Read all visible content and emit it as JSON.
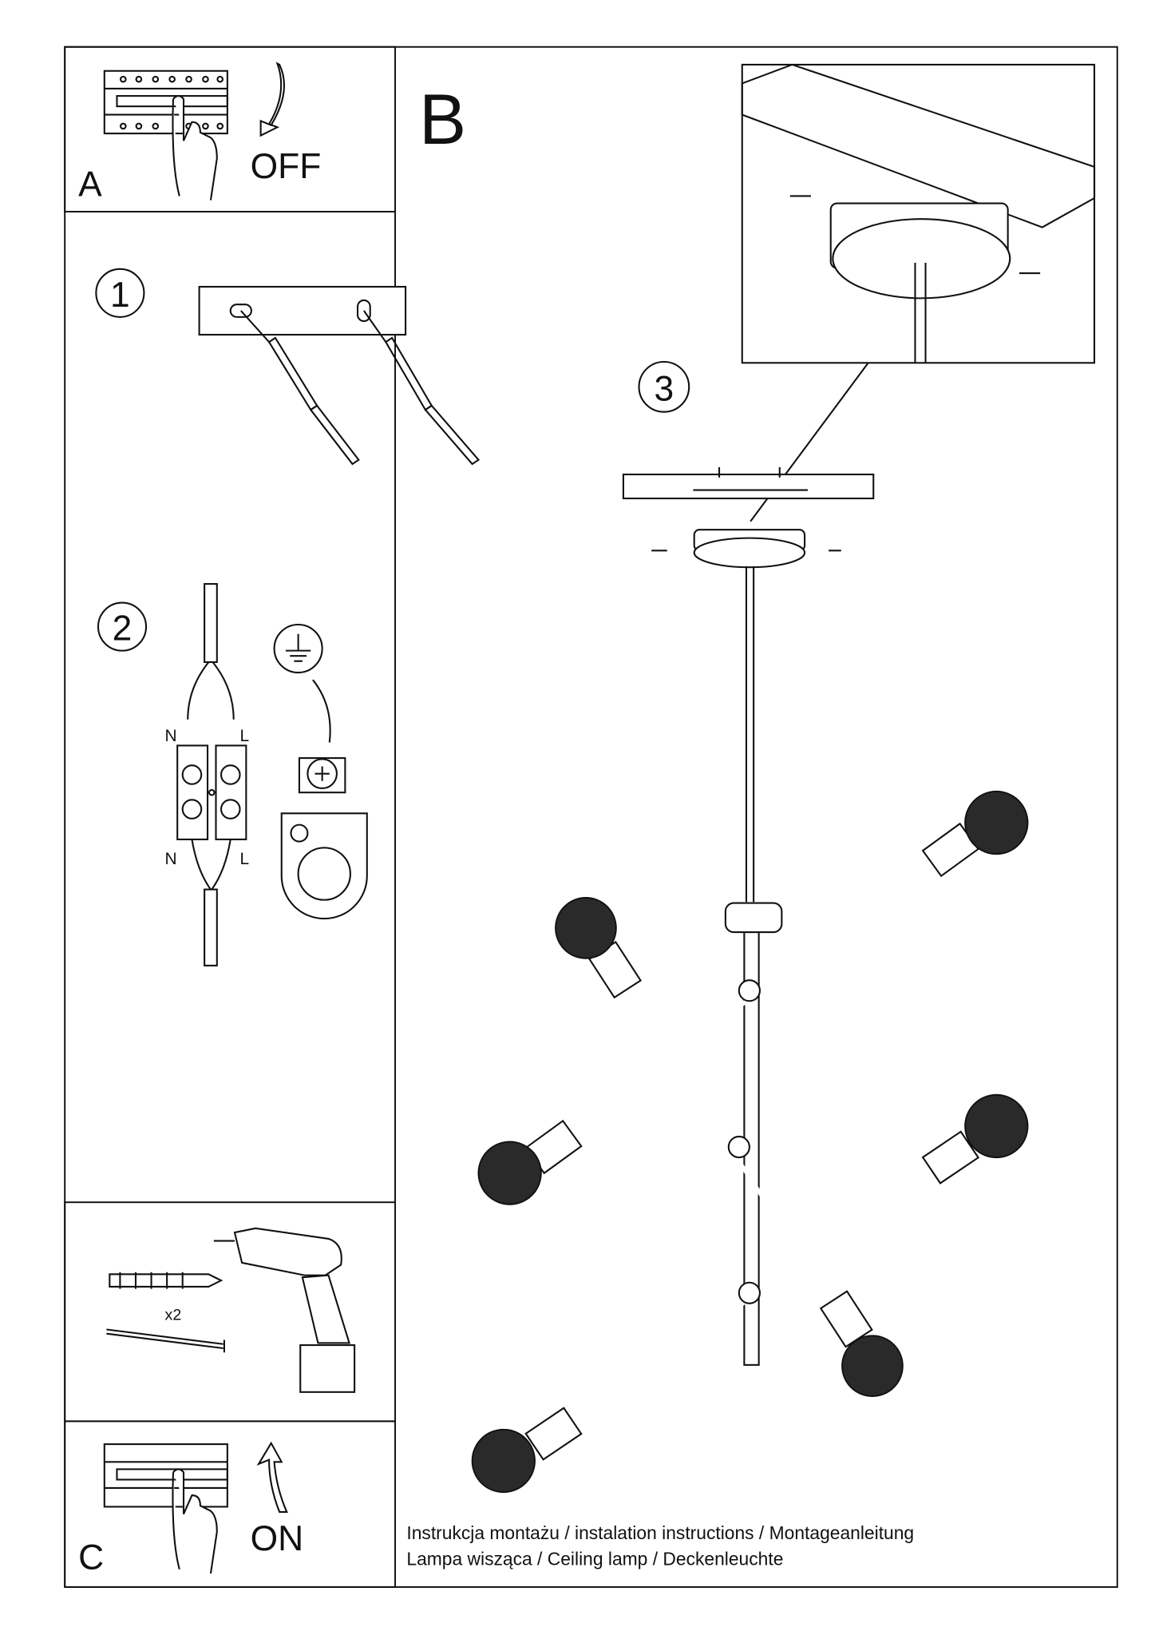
{
  "panel_a": {
    "letter": "A",
    "label": "OFF"
  },
  "panel_b": {
    "letter": "B"
  },
  "panel_c": {
    "letter": "C",
    "label": "ON"
  },
  "steps": [
    {
      "number": "1"
    },
    {
      "number": "2"
    },
    {
      "number": "3"
    }
  ],
  "wiring": {
    "neutral": "N",
    "live": "L"
  },
  "tools": {
    "quantity": "x2"
  },
  "footer": {
    "line1": "Instrukcja montażu / instalation instructions / Montageanleitung",
    "line2": "Lampa wisząca / Ceiling lamp  / Deckenleuchte"
  }
}
